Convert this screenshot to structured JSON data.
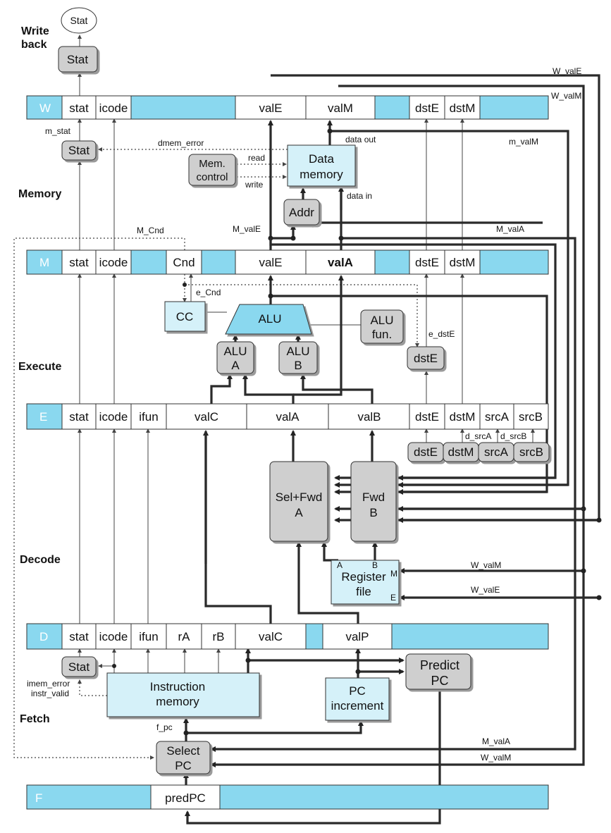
{
  "stages": {
    "write_back": [
      "Write",
      "back"
    ],
    "memory": "Memory",
    "execute": "Execute",
    "decode": "Decode",
    "fetch": "Fetch"
  },
  "pipeline_registers": {
    "W": {
      "name": "W",
      "fields": [
        "stat",
        "icode",
        "valE",
        "valM",
        "dstE",
        "dstM"
      ]
    },
    "M": {
      "name": "M",
      "fields": [
        "stat",
        "icode",
        "Cnd",
        "valE",
        "valA",
        "dstE",
        "dstM"
      ]
    },
    "E": {
      "name": "E",
      "fields": [
        "stat",
        "icode",
        "ifun",
        "valC",
        "valA",
        "valB",
        "dstE",
        "dstM",
        "srcA",
        "srcB"
      ]
    },
    "D": {
      "name": "D",
      "fields": [
        "stat",
        "icode",
        "ifun",
        "rA",
        "rB",
        "valC",
        "valP"
      ]
    },
    "F": {
      "name": "F",
      "fields": [
        "predPC"
      ]
    }
  },
  "blocks": {
    "stat_out": "Stat",
    "stat_wb": "Stat",
    "stat_mem": "Stat",
    "mem_control": [
      "Mem.",
      "control"
    ],
    "data_memory": [
      "Data",
      "memory"
    ],
    "addr": "Addr",
    "cc": "CC",
    "alu": "ALU",
    "alu_fun": [
      "ALU",
      "fun."
    ],
    "alu_a": [
      "ALU",
      "A"
    ],
    "alu_b": [
      "ALU",
      "B"
    ],
    "dste_exec": "dstE",
    "dec_dste": "dstE",
    "dec_dstm": "dstM",
    "dec_srca": "srcA",
    "dec_srcb": "srcB",
    "sel_fwd_a": [
      "Sel+Fwd",
      "A"
    ],
    "fwd_b": [
      "Fwd",
      "B"
    ],
    "register_file": [
      "Register",
      "file"
    ],
    "stat_fetch": "Stat",
    "instruction_memory": [
      "Instruction",
      "memory"
    ],
    "pc_increment": [
      "PC",
      "increment"
    ],
    "predict_pc": [
      "Predict",
      "PC"
    ],
    "select_pc": [
      "Select",
      "PC"
    ]
  },
  "signals": {
    "w_vale": "W_valE",
    "w_valm_top": "W_valM",
    "m_stat": "m_stat",
    "dmem_error": "dmem_error",
    "data_out": "data out",
    "m_valm": "m_valM",
    "read": "read",
    "write": "write",
    "data_in": "data in",
    "m_cnd": "M_Cnd",
    "m_vale": "M_valE",
    "m_vala": "M_valA",
    "e_cnd": "e_Cnd",
    "e_dste": "e_dstE",
    "d_srca": "d_srcA",
    "d_srcb": "d_srcB",
    "rf_a": "A",
    "rf_b": "B",
    "rf_m": "M",
    "rf_e": "E",
    "w_valm_rf": "W_valM",
    "w_vale_rf": "W_valE",
    "imem_error": "imem_error",
    "instr_valid": "instr_valid",
    "f_pc": "f_pc",
    "m_vala_pc": "M_valA",
    "w_valm_pc": "W_valM"
  },
  "colors": {
    "register_cyan": "#8ad8ef",
    "logic_cyan": "#d5f1f9",
    "control_gray": "#cfcfcf",
    "wire": "#2a2a2a"
  }
}
